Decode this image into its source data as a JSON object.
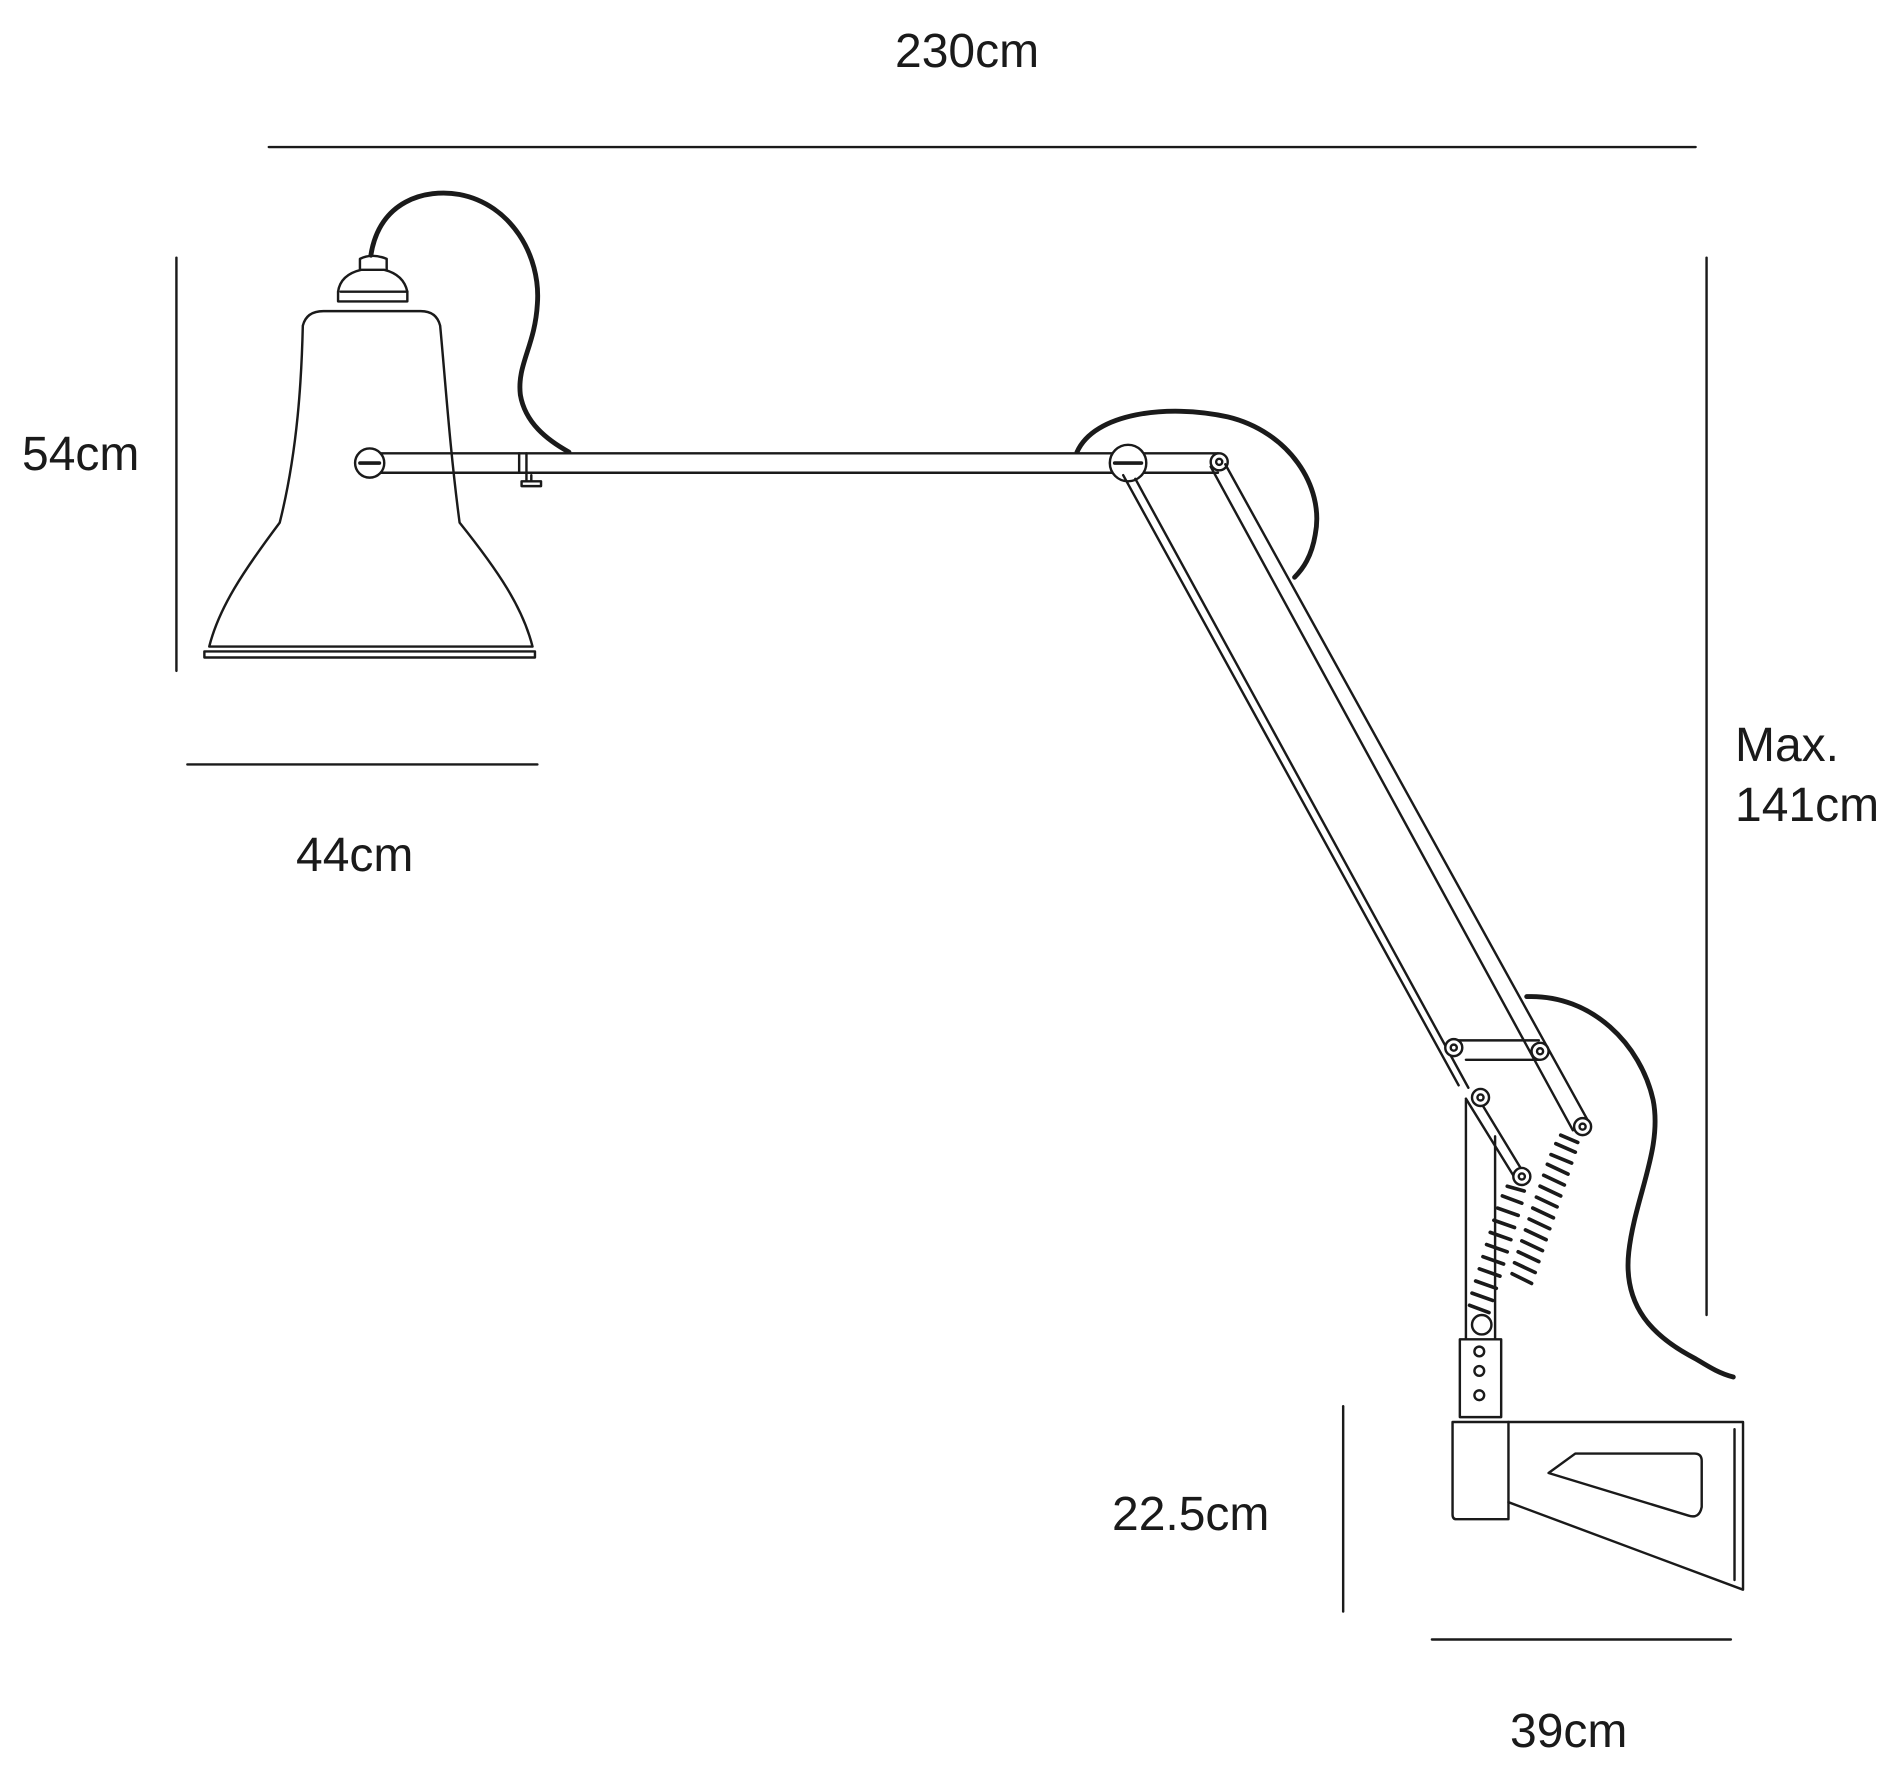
{
  "dimensions": {
    "overall_width": "230cm",
    "shade_height": "54cm",
    "shade_width": "44cm",
    "max_height_line1": "Max.",
    "max_height_line2": "141cm",
    "bracket_height": "22.5cm",
    "bracket_width": "39cm"
  },
  "colors": {
    "line": "#1a1a1a",
    "background": "#ffffff"
  }
}
